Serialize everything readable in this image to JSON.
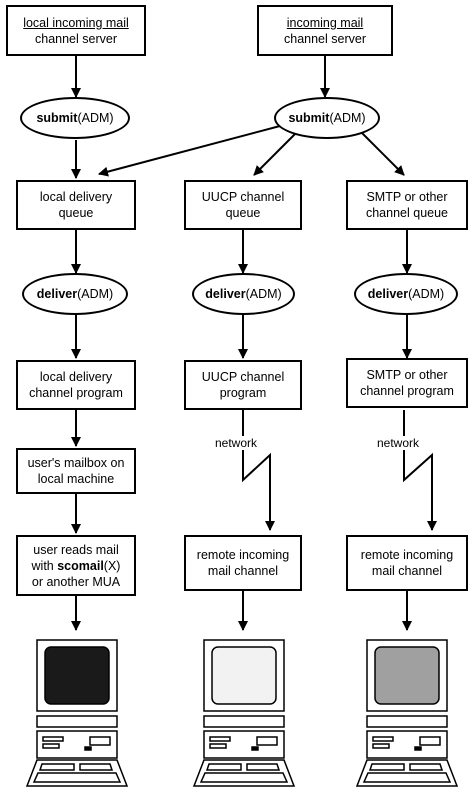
{
  "top": {
    "local_server": [
      "local incoming mail",
      "channel server"
    ],
    "incoming_server": [
      "incoming mail",
      "channel server"
    ]
  },
  "submit": {
    "cmd": "submit",
    "arg": "(ADM)"
  },
  "deliver": {
    "cmd": "deliver",
    "arg": "(ADM)"
  },
  "queues": {
    "local": [
      "local delivery",
      "queue"
    ],
    "uucp": [
      "UUCP channel",
      "queue"
    ],
    "smtp": [
      "SMTP or other",
      "channel queue"
    ]
  },
  "programs": {
    "local": [
      "local delivery",
      "channel program"
    ],
    "uucp": [
      "UUCP channel",
      "program"
    ],
    "smtp": [
      "SMTP or other",
      "channel program"
    ]
  },
  "mailbox": [
    "user's mailbox on",
    "local machine"
  ],
  "reader": {
    "line1": "user reads mail",
    "line2_pre": "with ",
    "line2_cmd": "scomail",
    "line2_post": "(X)",
    "line3": "or another MUA"
  },
  "network_label": "network",
  "remote": [
    "remote incoming",
    "mail channel"
  ],
  "screens": {
    "local": "#1a1a1a",
    "uucp": "#f2f2f2",
    "smtp": "#a0a0a0"
  }
}
